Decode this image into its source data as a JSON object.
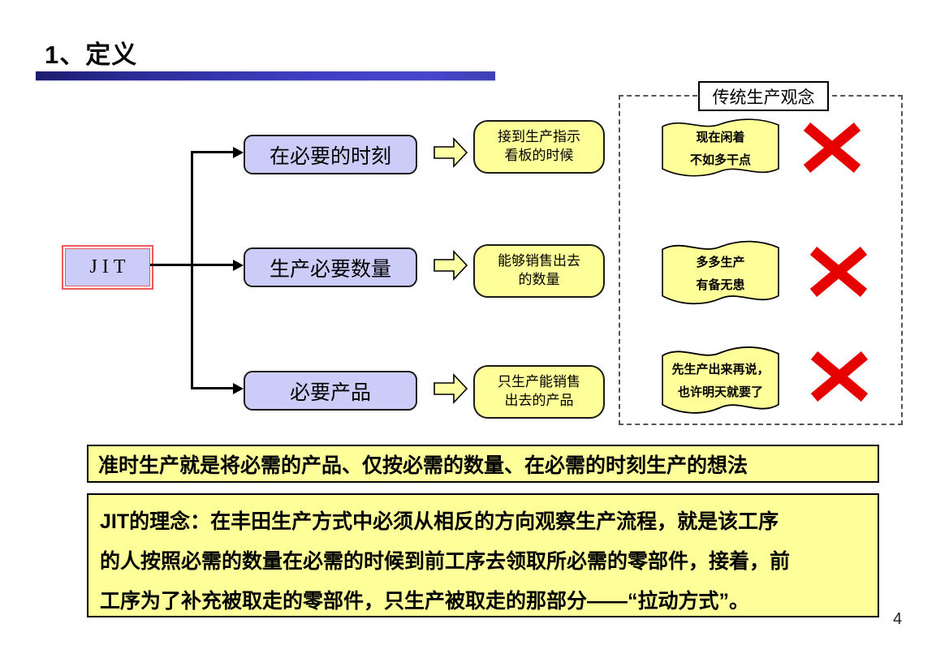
{
  "title": {
    "text": "1、定义"
  },
  "jit": {
    "label": "JIT"
  },
  "flow": {
    "rows": [
      {
        "need": "在必要的时刻",
        "explain_line1": "接到生产指示",
        "explain_line2": "看板的时候"
      },
      {
        "need": "生产必要数量",
        "explain_line1": "能够销售出去",
        "explain_line2": "的数量"
      },
      {
        "need": "必要产品",
        "explain_line1": "只生产能销售",
        "explain_line2": "出去的产品"
      }
    ]
  },
  "traditional": {
    "header": "传统生产观念",
    "items": [
      {
        "line1": "现在闲着",
        "line2": "不如多干点"
      },
      {
        "line1": "多多生产",
        "line2": "有备无患"
      },
      {
        "line1": "先生产出来再说，",
        "line2": "也许明天就要了"
      }
    ]
  },
  "summary": {
    "text": "准时生产就是将必需的产品、仅按必需的数量、在必需的时刻生产的想法"
  },
  "concept": {
    "lines": [
      "JIT的理念：在丰田生产方式中必须从相反的方向观察生产流程，就是该工序",
      "的人按照必需的数量在必需的时候到前工序去领取所必需的零部件，接着，前",
      "工序为了补充被取走的零部件，只生产被取走的那部分——“拉动方式”。"
    ]
  },
  "page": {
    "number": "4"
  },
  "colors": {
    "lavender": "#ccccf8",
    "yellow": "#ffff99",
    "arrow-yellow": "#ffffa6",
    "red-border": "#ee5a5a",
    "x-red": "#e60000",
    "bar-blue": "#3d3dbe"
  }
}
